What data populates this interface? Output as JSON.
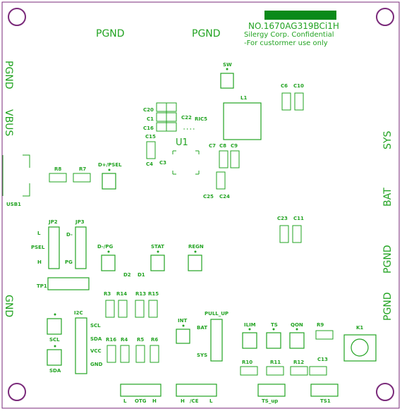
{
  "board": {
    "part_number": "NO.1670AG319BCi1H",
    "confidential_line1": "Silergy Corp. Confidential",
    "confidential_line2": "-For custormer use only",
    "ic_label": "U1",
    "banner_color": "#0a8a1a",
    "silk_color": "#22a322",
    "hole_color": "#7a2a7a"
  },
  "edge_labels": {
    "pgnd_top_left": "PGND",
    "pgnd_top_right": "PGND",
    "pgnd_left": "PGND",
    "vbus": "VBUS",
    "gnd": "GND",
    "sys": "SYS",
    "bat": "BAT",
    "pgnd_right_upper": "PGND",
    "pgnd_right_lower": "PGND"
  },
  "components": {
    "sw": "SW",
    "l1": "L1",
    "c6": "C6",
    "c10": "C10",
    "c20": "C20",
    "c1": "C1",
    "c16": "C16",
    "c15": "C15",
    "c22": "C22",
    "r15_top": "RIC5",
    "c4": "C4",
    "c3": "C3",
    "c7": "C7",
    "c8": "C8",
    "c9": "C9",
    "c25": "C25",
    "c24": "C24",
    "c23": "C23",
    "c11": "C11",
    "usb1": "USB1",
    "r8": "R8",
    "r7": "R7",
    "dp_psel": "D+/PSEL",
    "jp2": "JP2",
    "jp3": "JP3",
    "jp_l": "L",
    "jp_psel": "PSEL",
    "jp_h": "H",
    "jp_dm": "D-",
    "jp_pg": "PG",
    "dm_pg": "D-/PG",
    "stat": "STAT",
    "regn": "REGN",
    "d2": "D2",
    "d1": "D1",
    "tp1": "TP1",
    "r3": "R3",
    "r14": "R14",
    "r13": "R13",
    "r15": "R15",
    "i2c": "I2C",
    "scl_pin": "SCL",
    "sda_pin": "SDA",
    "vcc_pin": "VCC",
    "gnd_pin": "GND",
    "scl": "SCL",
    "sda": "SDA",
    "r16": "R16",
    "r4": "R4",
    "r5": "R5",
    "r6": "R6",
    "int": "INT",
    "pull_up": "PULL_UP",
    "bat_pin": "BAT",
    "sys_pin": "SYS",
    "ilim": "ILIM",
    "ts": "TS",
    "qon": "QON",
    "r9": "R9",
    "k1": "K1",
    "r10": "R10",
    "r11": "R11",
    "r12": "R12",
    "c13": "C13",
    "otg_l": "L",
    "otg": "OTG",
    "otg_h": "H",
    "ce_h": "H",
    "ce": "/CE",
    "ce_l": "L",
    "ts_up": "TS_up",
    "ts1": "TS1"
  }
}
